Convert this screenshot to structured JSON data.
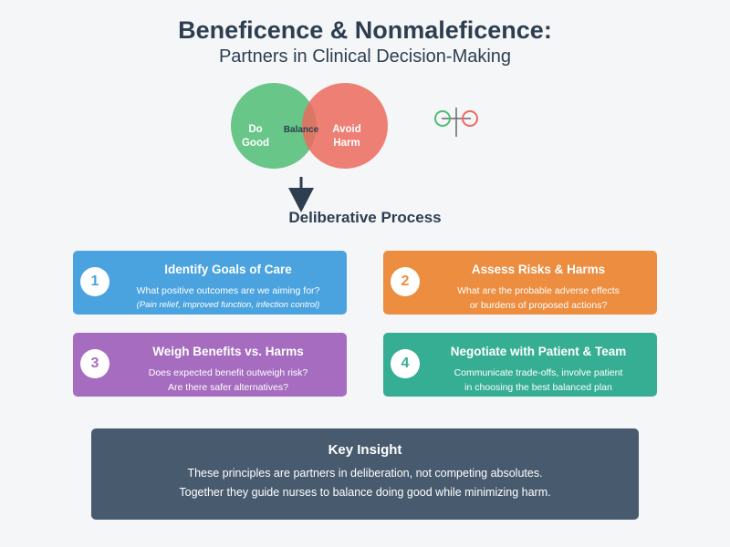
{
  "header": {
    "title": "Beneficence & Nonmaleficence:",
    "subtitle": "Partners in Clinical Decision-Making"
  },
  "venn": {
    "left_line1": "Do",
    "left_line2": "Good",
    "overlap": "Balance",
    "right_line1": "Avoid",
    "right_line2": "Harm",
    "left_color": "#4dbd74",
    "right_color": "#ec6a5e"
  },
  "process_label": "Deliberative Process",
  "cards": [
    {
      "number": "1",
      "title": "Identify Goals of Care",
      "line1": "What positive outcomes are we aiming for?",
      "line2": "(Pain relief, improved function, infection control)",
      "color": "#4aa3df"
    },
    {
      "number": "2",
      "title": "Assess Risks & Harms",
      "line1": "What are the probable adverse effects",
      "line2": "or burdens of proposed actions?",
      "color": "#ec8d3f"
    },
    {
      "number": "3",
      "title": "Weigh Benefits vs. Harms",
      "line1": "Does expected benefit outweigh risk?",
      "line2": "Are there safer alternatives?",
      "color": "#a66cbf"
    },
    {
      "number": "4",
      "title": "Negotiate with Patient & Team",
      "line1": "Communicate trade-offs, involve patient",
      "line2": "in choosing the best balanced plan",
      "color": "#36ae94"
    }
  ],
  "insight": {
    "title": "Key Insight",
    "line1": "These principles are partners in deliberation, not competing absolutes.",
    "line2": "Together they guide nurses to balance doing good while minimizing harm."
  }
}
